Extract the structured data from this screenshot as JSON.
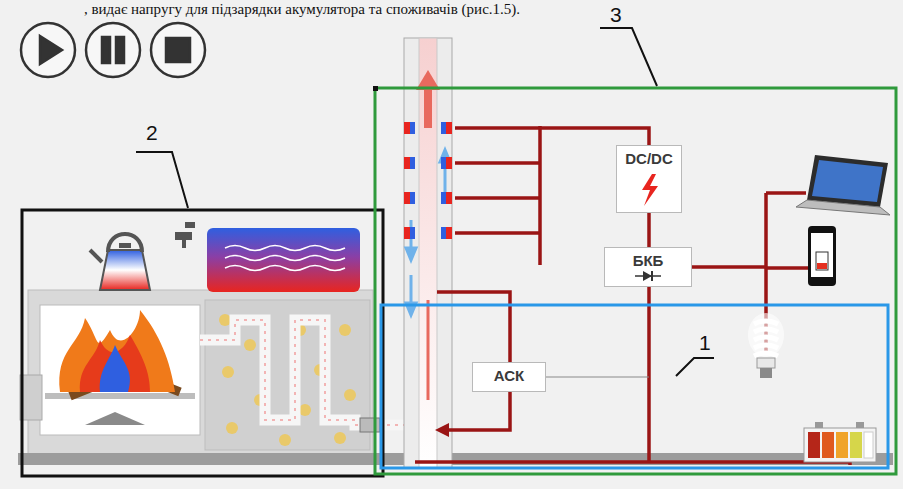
{
  "diagram": {
    "nodes": [
      {
        "text": [
          "DC/DC"
        ]
      },
      {
        "text": [
          "БКБ"
        ]
      },
      {
        "text": [
          "АСК"
        ]
      }
    ],
    "edges": [
      {
        "from": 0,
        "to": 1,
        "arrow": "none"
      }
    ],
    "labels": [
      ", видає напругу для підзарядки акумулятора та споживачів (рис.1.5).",
      "2",
      "3",
      "1"
    ]
  }
}
